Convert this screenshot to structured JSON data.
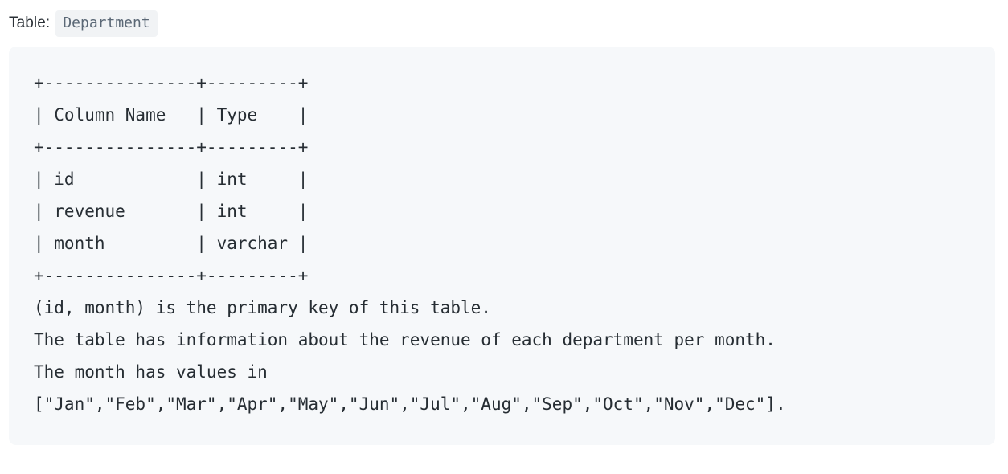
{
  "header": {
    "label": "Table:",
    "table_name": "Department"
  },
  "schema": {
    "border_top": "+---------------+---------+",
    "header_row": "| Column Name   | Type    |",
    "border_mid": "+---------------+---------+",
    "rows": [
      "| id            | int     |",
      "| revenue       | int     |",
      "| month         | varchar |"
    ],
    "border_bottom": "+---------------+---------+",
    "columns": [
      {
        "name": "id",
        "type": "int"
      },
      {
        "name": "revenue",
        "type": "int"
      },
      {
        "name": "month",
        "type": "varchar"
      }
    ],
    "column_headers": [
      "Column Name",
      "Type"
    ]
  },
  "description": {
    "line1": "(id, month) is the primary key of this table.",
    "line2": "The table has information about the revenue of each department per month.",
    "line3": "The month has values in",
    "line4": "[\"Jan\",\"Feb\",\"Mar\",\"Apr\",\"May\",\"Jun\",\"Jul\",\"Aug\",\"Sep\",\"Oct\",\"Nov\",\"Dec\"].",
    "month_values": [
      "Jan",
      "Feb",
      "Mar",
      "Apr",
      "May",
      "Jun",
      "Jul",
      "Aug",
      "Sep",
      "Oct",
      "Nov",
      "Dec"
    ]
  },
  "colors": {
    "page_background": "#ffffff",
    "panel_background": "#f6f8fa",
    "badge_background": "#f1f3f5",
    "badge_text": "#5b6876",
    "code_text": "#262d33",
    "header_text": "#2b3137"
  }
}
